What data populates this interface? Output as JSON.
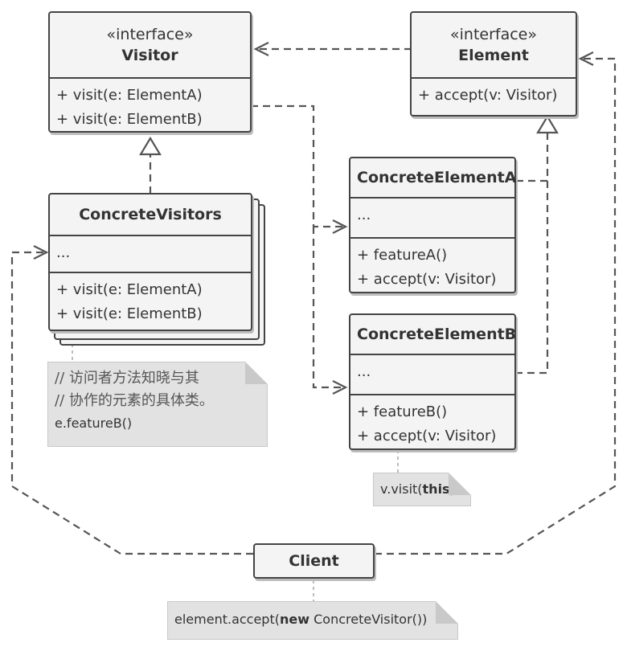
{
  "visitor": {
    "stereotype": "«interface»",
    "name": "Visitor",
    "methods": [
      "+ visit(e: ElementA)",
      "+ visit(e: ElementB)"
    ]
  },
  "element": {
    "stereotype": "«interface»",
    "name": "Element",
    "methods": [
      "+ accept(v: Visitor)"
    ]
  },
  "concrete_visitors": {
    "name": "ConcreteVisitors",
    "fields": "...",
    "methods": [
      "+ visit(e: ElementA)",
      "+ visit(e: ElementB)"
    ]
  },
  "concrete_element_a": {
    "name": "ConcreteElementA",
    "fields": "...",
    "methods": [
      "+ featureA()",
      "+ accept(v: Visitor)"
    ]
  },
  "concrete_element_b": {
    "name": "ConcreteElementB",
    "fields": "...",
    "methods": [
      "+ featureB()",
      "+ accept(v: Visitor)"
    ]
  },
  "client": {
    "name": "Client"
  },
  "notes": {
    "visitor_note": [
      "// 访问者方法知晓与其",
      "// 协作的元素的具体类。",
      "e.featureB()"
    ],
    "element_b_note": {
      "pre": "v.visit(",
      "kw": "this",
      "post": ")"
    },
    "client_note": {
      "pre": "element.accept(",
      "kw": "new",
      "post": " ConcreteVisitor())"
    }
  },
  "colors": {
    "box_fill": "#f4f4f4",
    "border": "#444444",
    "note_fill": "#e2e2e2"
  }
}
